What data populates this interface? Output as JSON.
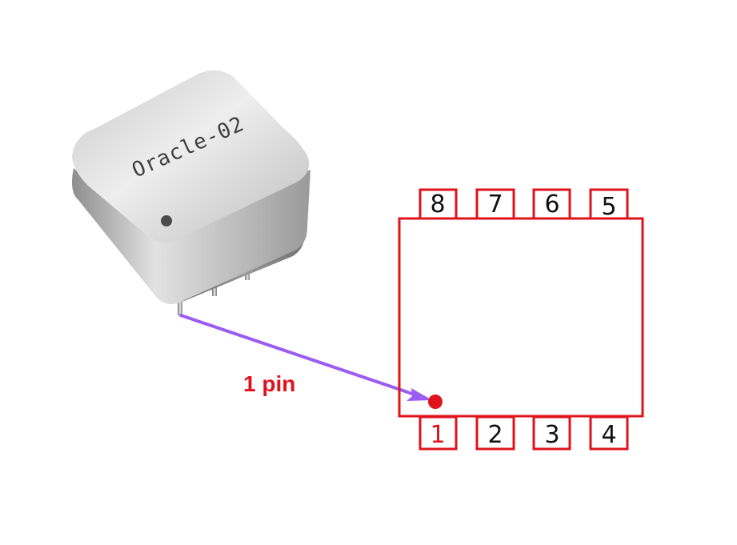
{
  "component": {
    "brand_text": "Oracle-02"
  },
  "annotation": {
    "label": "1 pin"
  },
  "pinout": {
    "top_pins": [
      "8",
      "7",
      "6",
      "5"
    ],
    "bottom_pins": [
      "1",
      "2",
      "3",
      "4"
    ]
  },
  "colors": {
    "outline": "#e0131d",
    "arrow": "#9b5cf2",
    "pin1_dot": "#e0131d",
    "label": "#e0131d"
  }
}
